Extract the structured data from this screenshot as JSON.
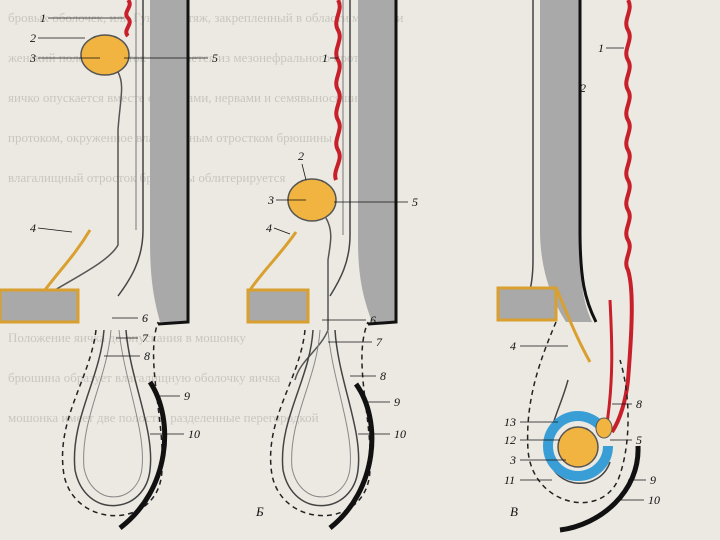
{
  "background_text": [
    "бровых оболочек, или Гунтеров тяж, закрепленный в области мошонки",
    "женский половой проток развивается из мезонефрального протока",
    "яичко опускается вместе с сосудами, нервами и семявыносящим",
    "протоком, окруженное влагалищным отростком брюшины",
    "влагалищный отросток брюшины облитерируется",
    "Положение яичка до опускания в мошонку",
    "брюшина образует влагалищную оболочку яичка",
    "мошонка имеет две полости, разделенные перегородкой"
  ],
  "panels": [
    {
      "letter": "",
      "labels": {
        "l1": "1",
        "l2": "2",
        "l3": "3",
        "l4": "4",
        "l5": "5",
        "l6": "6",
        "l7": "7",
        "l8": "8",
        "l9": "9",
        "l10": "10"
      }
    },
    {
      "letter": "Б",
      "labels": {
        "l1": "1",
        "l2": "2",
        "l3": "3",
        "l4": "4",
        "l5": "5",
        "l6": "6",
        "l7": "7",
        "l8": "8",
        "l9": "9",
        "l10": "10"
      }
    },
    {
      "letter": "В",
      "labels": {
        "l1": "1",
        "l2": "2",
        "l3": "3",
        "l4": "4",
        "l5": "5",
        "l8": "8",
        "l9": "9",
        "l10": "10",
        "l11": "11",
        "l12": "12",
        "l13": "13"
      }
    }
  ],
  "colors": {
    "testis": "#f1b440",
    "vessel": "#c8202a",
    "wall": "#a9a9a9",
    "tunica": "#3a9ed6",
    "skin": "#111111"
  }
}
